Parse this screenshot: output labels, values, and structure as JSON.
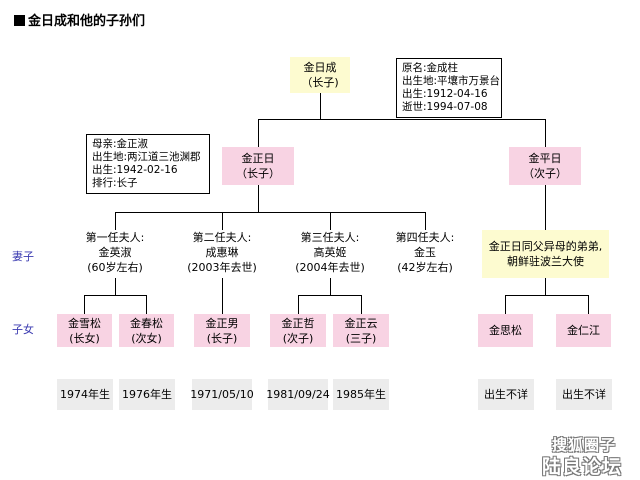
{
  "title": "金日成和他的子孙们",
  "root": {
    "name": "金日成",
    "role": "（长子)"
  },
  "root_info": [
    "原名:金成柱",
    "出生地:平壤市万景台",
    "出生:1912-04-16",
    "逝世:1994-07-08"
  ],
  "mother_info": [
    "母亲:金正淑",
    "出生地:两江道三池渊郡",
    "出生:1942-02-16",
    "排行:长子"
  ],
  "son1": {
    "name": "金正日",
    "role": "（长子）"
  },
  "son2": {
    "name": "金平日",
    "role": "（次子）"
  },
  "row_labels": {
    "wives": "妻子",
    "children": "子女"
  },
  "wives": [
    {
      "title": "第一任夫人:",
      "name": "金英淑",
      "note": "(60岁左右)"
    },
    {
      "title": "第二任夫人:",
      "name": "成惠琳",
      "note": "(2003年去世)"
    },
    {
      "title": "第三任夫人:",
      "name": "高英姬",
      "note": "(2004年去世)"
    },
    {
      "title": "第四任夫人:",
      "name": "金玉",
      "note": "(42岁左右)"
    }
  ],
  "brother_note": [
    "金正日同父异母的弟弟,",
    "朝鲜驻波兰大使"
  ],
  "children": [
    {
      "name": "金雪松",
      "role": "(长女)",
      "birth": "1974年生"
    },
    {
      "name": "金春松",
      "role": "(次女)",
      "birth": "1976年生"
    },
    {
      "name": "金正男",
      "role": "(长子)",
      "birth": "1971/05/10"
    },
    {
      "name": "金正哲",
      "role": "(次子)",
      "birth": "1981/09/24"
    },
    {
      "name": "金正云",
      "role": "(三子)",
      "birth": "1985年生"
    },
    {
      "name": "金思松",
      "role": "",
      "birth": "出生不详"
    },
    {
      "name": "金仁江",
      "role": "",
      "birth": "出生不详"
    }
  ],
  "watermark": [
    "搜狐圈子",
    "陆良论坛"
  ]
}
